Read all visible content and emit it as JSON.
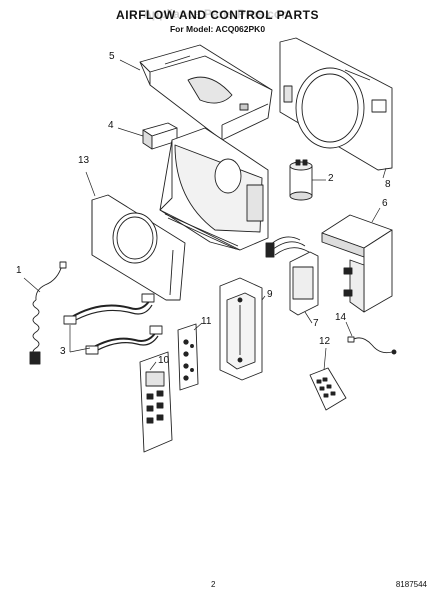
{
  "header": {
    "title": "AIRFLOW AND CONTROL PARTS",
    "subtitle": "For Model: ACQ062PK0",
    "watermark": "Appliance Parts Pros.com"
  },
  "callouts": [
    "1",
    "2",
    "3",
    "4",
    "5",
    "6",
    "7",
    "8",
    "9",
    "10",
    "11",
    "12",
    "13",
    "14"
  ],
  "footer": {
    "page_number": "2",
    "doc_number": "8187544"
  }
}
